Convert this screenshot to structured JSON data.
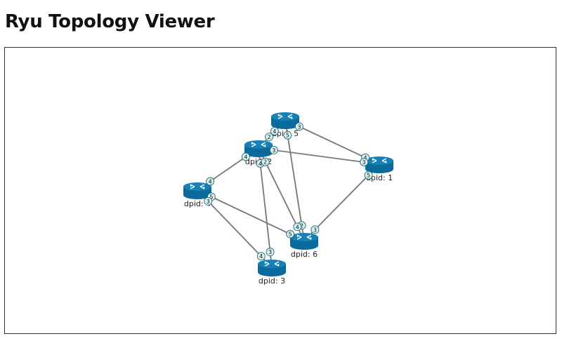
{
  "page": {
    "title": "Ryu Topology Viewer"
  },
  "colors": {
    "router_body": "#0a6a9c",
    "router_top": "#1581b6",
    "router_arrows": "#ffffff",
    "link": "#777777",
    "port_fill": "#d9f3f5",
    "port_stroke": "#2b6b73",
    "frame_border": "#333333"
  },
  "topology": {
    "switches": [
      {
        "id": "5",
        "label": "dpid: 5"
      },
      {
        "id": "2",
        "label": "dpid: 2"
      },
      {
        "id": "1",
        "label": "dpid: 1"
      },
      {
        "id": "4",
        "label": "dpid: 4"
      },
      {
        "id": "6",
        "label": "dpid: 6"
      },
      {
        "id": "3",
        "label": "dpid: 3"
      }
    ],
    "links": [
      {
        "src": "5",
        "dst": "2",
        "src_port": "4",
        "dst_port": "2"
      },
      {
        "src": "5",
        "dst": "1",
        "src_port": "3",
        "dst_port": "4"
      },
      {
        "src": "5",
        "dst": "6",
        "src_port": "5",
        "dst_port": "2"
      },
      {
        "src": "2",
        "dst": "1",
        "src_port": "3",
        "dst_port": "3"
      },
      {
        "src": "2",
        "dst": "4",
        "src_port": "4",
        "dst_port": "4"
      },
      {
        "src": "2",
        "dst": "3",
        "src_port": "4",
        "dst_port": "3"
      },
      {
        "src": "2",
        "dst": "6",
        "src_port": "2",
        "dst_port": "4"
      },
      {
        "src": "1",
        "dst": "6",
        "src_port": "5",
        "dst_port": "3"
      },
      {
        "src": "4",
        "dst": "6",
        "src_port": "5",
        "dst_port": "5"
      },
      {
        "src": "4",
        "dst": "3",
        "src_port": "3",
        "dst_port": "4"
      }
    ]
  }
}
